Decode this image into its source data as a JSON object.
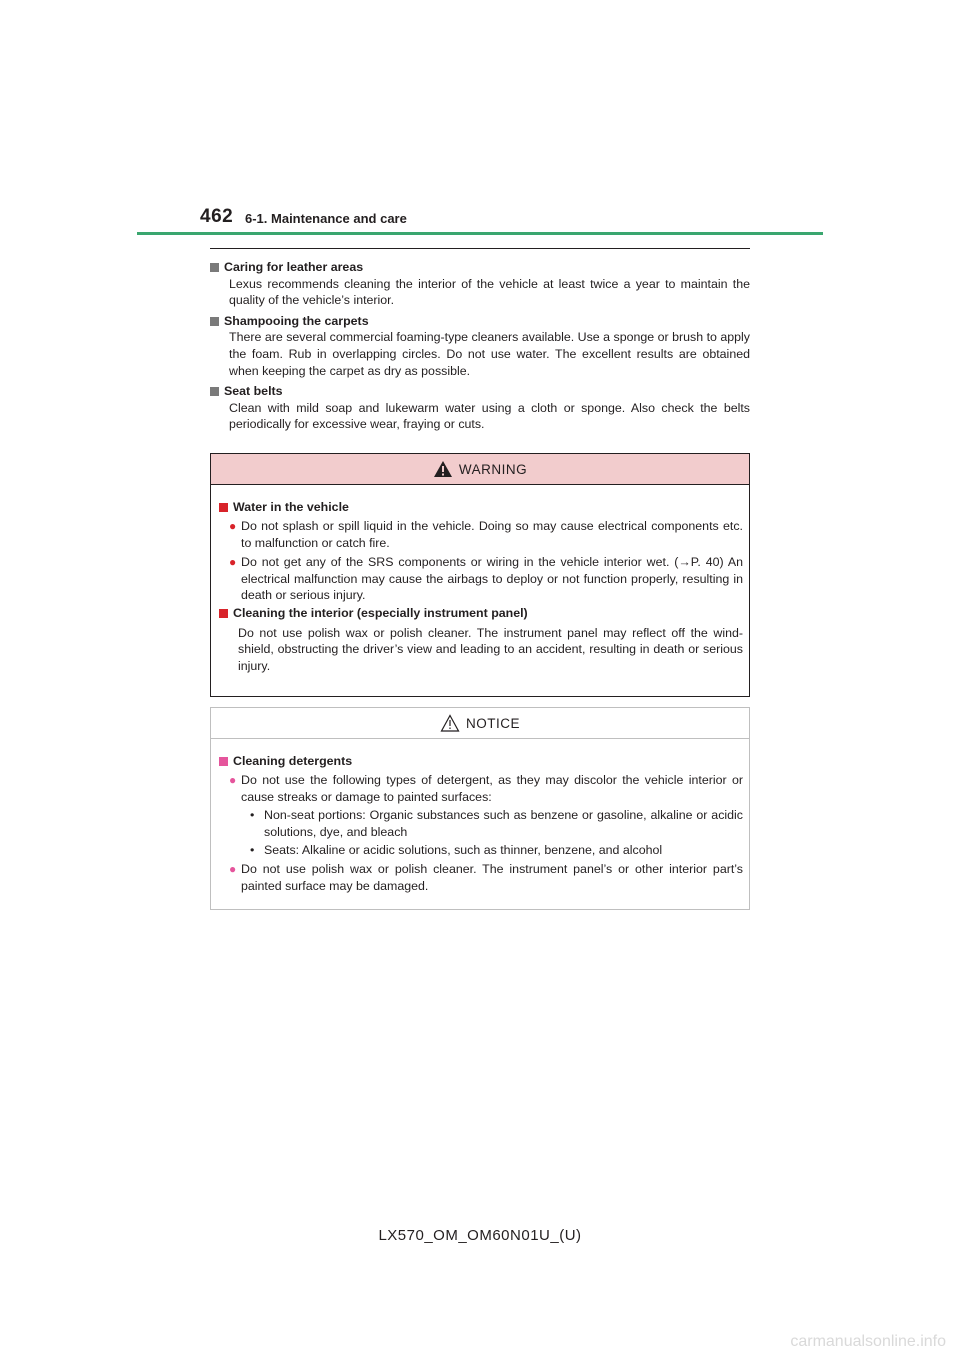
{
  "header": {
    "page_number": "462",
    "section": "6-1. Maintenance and care"
  },
  "items": [
    {
      "title": "Caring for leather areas",
      "body": "Lexus recommends cleaning the interior of the vehicle at least twice a year to maintain the quality of the vehicle’s interior."
    },
    {
      "title": "Shampooing the carpets",
      "body": "There are several commercial foaming-type cleaners available. Use a sponge or brush to apply the foam. Rub in overlapping circles. Do not use water. The excellent results are obtained when keeping the carpet as dry as possible."
    },
    {
      "title": "Seat belts",
      "body": "Clean with mild soap and lukewarm water using a cloth or sponge. Also check the belts periodically for excessive wear, fraying or cuts."
    }
  ],
  "warning": {
    "label": "WARNING",
    "section1_title": "Water in the vehicle",
    "bullet1": "Do not splash or spill liquid in the vehicle. Doing so may cause electrical components etc. to malfunction or catch fire.",
    "bullet2": "Do not get any of the SRS components or wiring in the vehicle interior wet. (→P. 40) An electrical malfunction may cause the airbags to deploy or not function properly, resulting in death or serious injury.",
    "section2_title": "Cleaning the interior (especially instrument panel)",
    "section2_body": "Do not use polish wax or polish cleaner. The instrument panel may reflect off the wind-shield, obstructing the driver’s view and leading to an accident, resulting in death or serious injury."
  },
  "notice": {
    "label": "NOTICE",
    "section_title": "Cleaning detergents",
    "bullet1": "Do not use the following types of detergent, as they may discolor the vehicle interior or cause streaks or damage to painted surfaces:",
    "sub1": "Non-seat portions: Organic substances such as benzene or gasoline, alkaline or acidic solutions, dye, and bleach",
    "sub2": "Seats: Alkaline or acidic solutions, such as thinner, benzene, and alcohol",
    "bullet2": "Do not use polish wax or polish cleaner. The instrument panel’s or other interior part’s painted surface may be damaged."
  },
  "footer": {
    "doc_code": "LX570_OM_OM60N01U_(U)",
    "watermark": "carmanualsonline.info"
  },
  "colors": {
    "accent_green": "#3aa66f",
    "warning_bg": "#f2cccd",
    "warning_red": "#d8232a",
    "notice_pink": "#e5559c"
  }
}
